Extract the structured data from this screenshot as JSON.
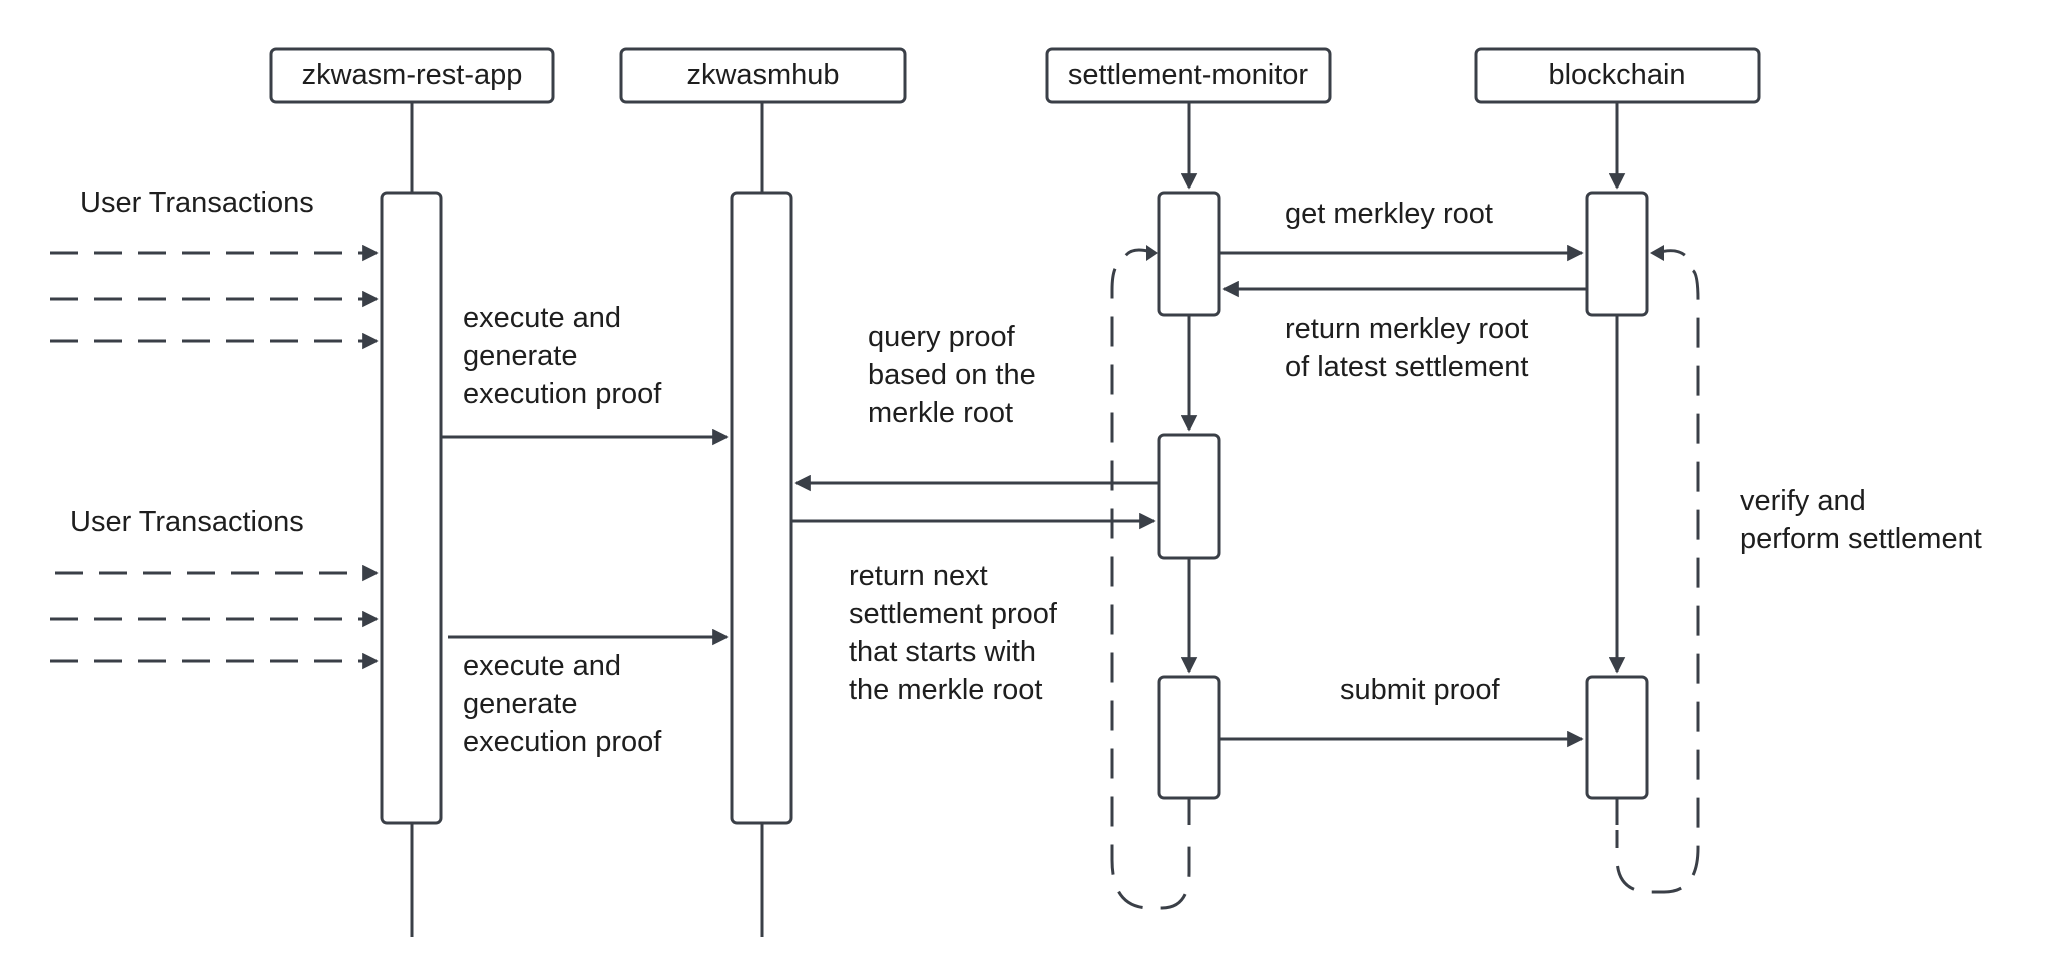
{
  "participants": {
    "rest_app": "zkwasm-rest-app",
    "hub": "zkwasmhub",
    "monitor": "settlement-monitor",
    "chain": "blockchain"
  },
  "labels": {
    "user_tx_1": "User Transactions",
    "user_tx_2": "User Transactions",
    "exec1": [
      "execute and",
      "generate",
      "execution proof"
    ],
    "exec2": [
      "execute and",
      "generate",
      "execution proof"
    ],
    "query": [
      "query proof",
      "based on the",
      "merkle root"
    ],
    "return_next": [
      "return next",
      "settlement proof",
      "that starts with",
      "the merkle root"
    ],
    "get_root": "get merkley root",
    "return_root": [
      "return merkley root",
      "of latest settlement"
    ],
    "submit": "submit proof",
    "verify": [
      "verify and",
      "perform settlement"
    ]
  },
  "colors": {
    "stroke": "#3a3f47",
    "text": "#1e1e1e",
    "background": "#ffffff"
  }
}
